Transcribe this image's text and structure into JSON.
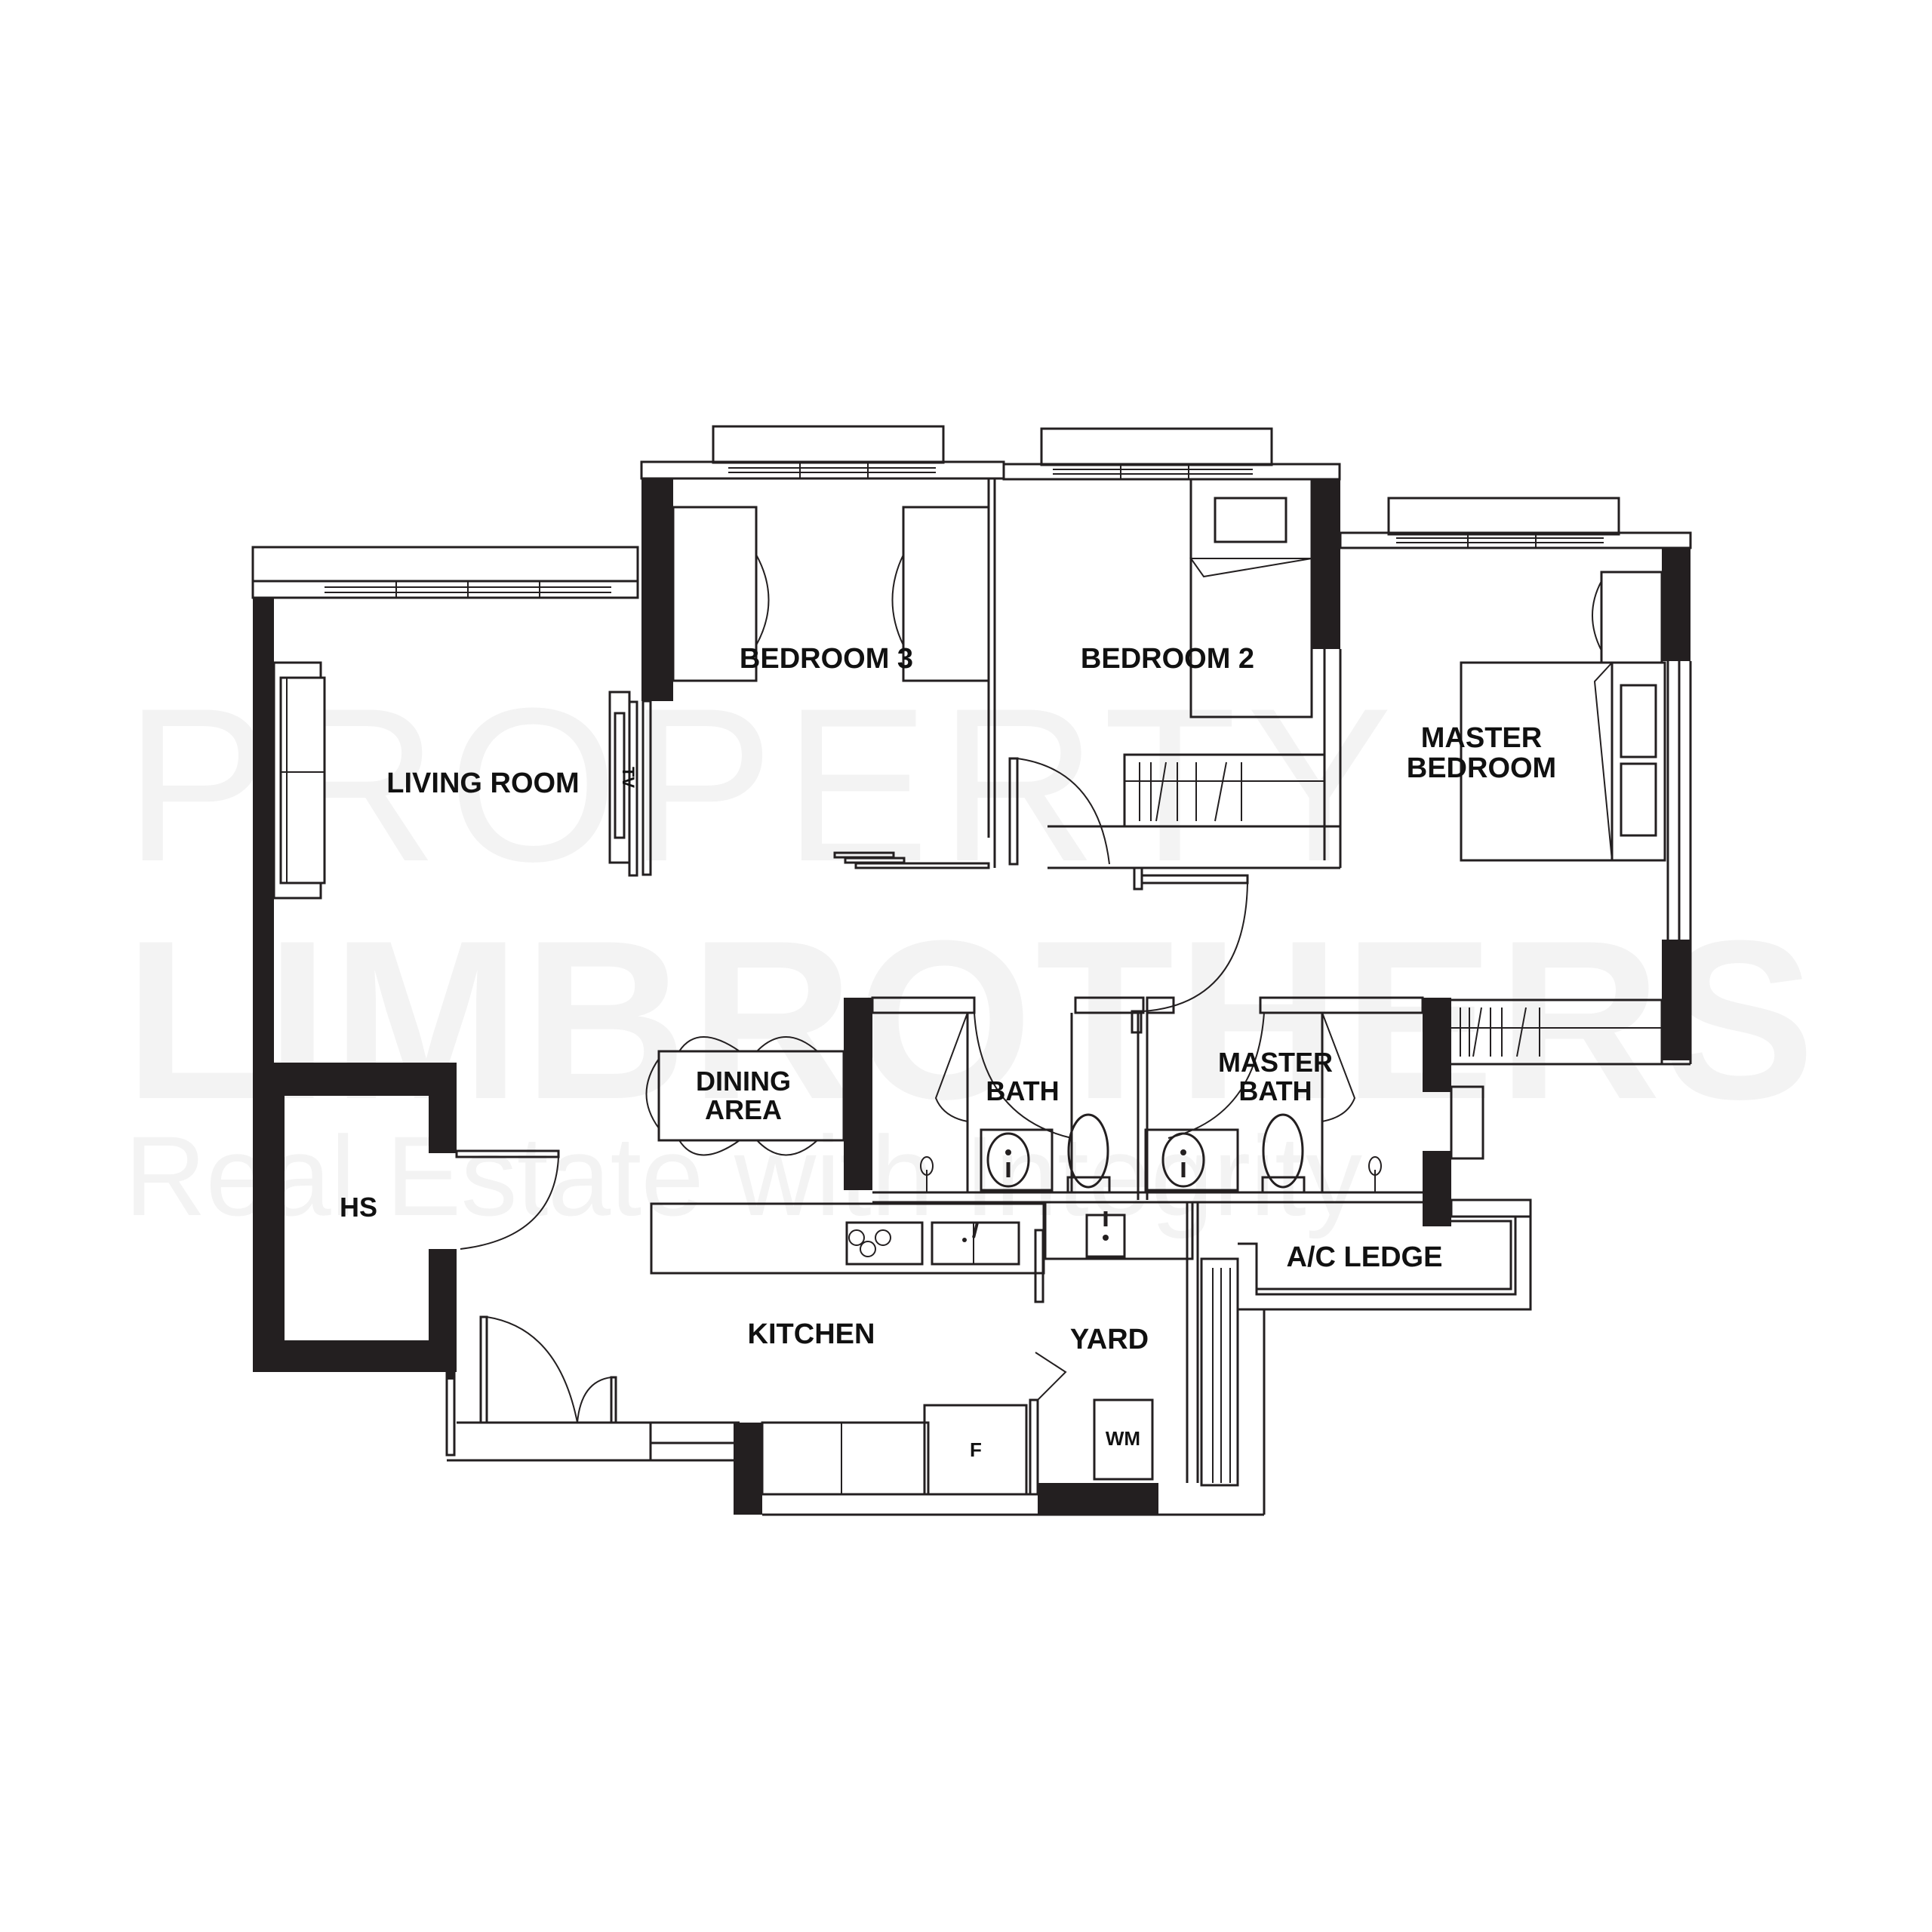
{
  "watermark": {
    "line1": "PROPERTY",
    "line2": "LIMBROTHERS",
    "line3": "Real Estate with Integrity"
  },
  "rooms": {
    "living_room": "LIVING ROOM",
    "bedroom3": "BEDROOM 3",
    "bedroom2": "BEDROOM 2",
    "master_bedroom_line1": "MASTER",
    "master_bedroom_line2": "BEDROOM",
    "dining_line1": "DINING",
    "dining_line2": "AREA",
    "bath": "BATH",
    "master_bath_line1": "MASTER",
    "master_bath_line2": "BATH",
    "hs": "HS",
    "kitchen": "KITCHEN",
    "yard": "YARD",
    "ac_ledge": "A/C LEDGE"
  },
  "fixtures": {
    "tv": "TV",
    "fridge": "F",
    "washing_machine": "WM"
  },
  "colors": {
    "wall": "#231f20",
    "background": "#ffffff",
    "watermark": "#f3f3f3"
  }
}
